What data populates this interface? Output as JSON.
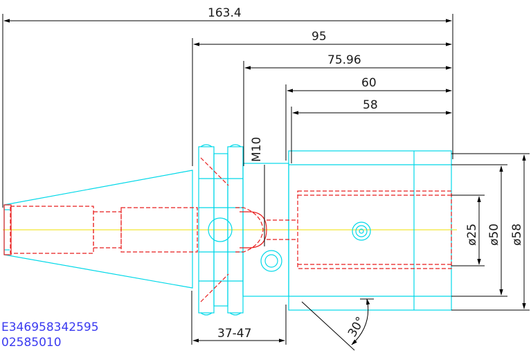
{
  "drawing": {
    "dimensions": {
      "overall_length": "163.4",
      "flange_to_end": "95",
      "length_75_96": "75.96",
      "length_60": "60",
      "length_58": "58",
      "flange_width": "37-47",
      "thread": "M10",
      "angle": "30°",
      "dia_25": "ø25",
      "dia_50": "ø50",
      "dia_58": "ø58"
    },
    "part_code": "E346958342595",
    "part_number": "02585010",
    "colors": {
      "outline": "#00d8e8",
      "hidden": "#e81c1c",
      "centerline": "#f0e000",
      "dimension": "#000000",
      "code_text": "#3a3af0"
    }
  }
}
